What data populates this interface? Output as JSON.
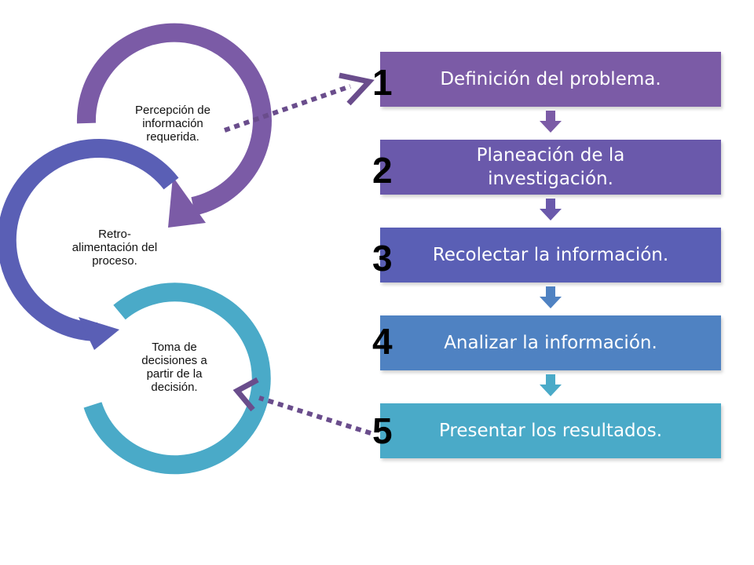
{
  "cycle": [
    {
      "label": "Percepción de\ninformación\nrequerida.",
      "color": "#7b5ba6"
    },
    {
      "label": "Retro-\nalimentación del\nproceso.",
      "color": "#5a5fb5"
    },
    {
      "label": "Toma de\ndecisiones a\npartir de la\ndecisión.",
      "color": "#4aaac8"
    }
  ],
  "steps": [
    {
      "number": "1",
      "label": "Definición del problema.",
      "color": "#7b5ba6"
    },
    {
      "number": "2",
      "label": "Planeación de la\ninvestigación.",
      "color": "#6a59ab"
    },
    {
      "number": "3",
      "label": "Recolectar la información.",
      "color": "#5a5fb5"
    },
    {
      "number": "4",
      "label": "Analizar la información.",
      "color": "#4f82c2"
    },
    {
      "number": "5",
      "label": "Presentar los resultados.",
      "color": "#4aaac8"
    }
  ],
  "connector_color": "#6a4d8c"
}
